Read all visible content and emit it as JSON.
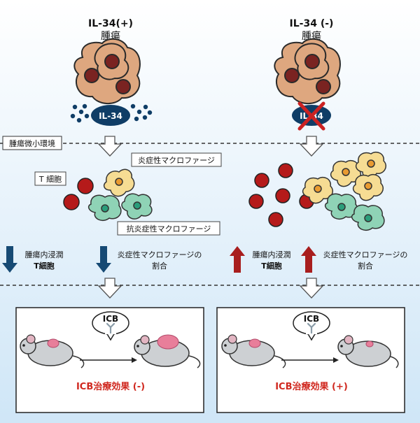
{
  "left_condition": {
    "title": "IL-34(+)",
    "subtitle": "腫瘍",
    "cytokine_label": "IL-34"
  },
  "right_condition": {
    "title": "IL-34 (-)",
    "subtitle": "腫瘍",
    "cytokine_label": "IL-34"
  },
  "tme_label": "腫瘍微小環境",
  "cells": {
    "t_cell": "T 細胞",
    "inflammatory_macrophage": "炎症性マクロファージ",
    "anti_inflammatory_macrophage": "抗炎症性マクロファージ"
  },
  "left_effects": {
    "tcell_line1": "腫瘍内浸潤",
    "tcell_line2": "T細胞",
    "macro_line1": "炎症性マクロファージの",
    "macro_line2": "割合"
  },
  "right_effects": {
    "tcell_line1": "腫瘍内浸潤",
    "tcell_line2": "T細胞",
    "macro_line1": "炎症性マクロファージの",
    "macro_line2": "割合"
  },
  "left_outcome": {
    "icb_label": "ICB",
    "result": "ICB治療効果 (-)"
  },
  "right_outcome": {
    "icb_label": "ICB",
    "result": "ICB治療効果 (+)"
  },
  "colors": {
    "background_top": "#ffffff",
    "background_bottom": "#cfe6f7",
    "tumor_cell": "#dea77f",
    "nucleus": "#7a2321",
    "t_cell": "#b51a1a",
    "inflammatory_macrophage": "#f6dc93",
    "anti_inflammatory_macrophage": "#8fd3b6",
    "il34": "#0f3d66",
    "down_arrow": "#164a74",
    "up_arrow": "#a81e1e",
    "result_text": "#d0281f"
  }
}
